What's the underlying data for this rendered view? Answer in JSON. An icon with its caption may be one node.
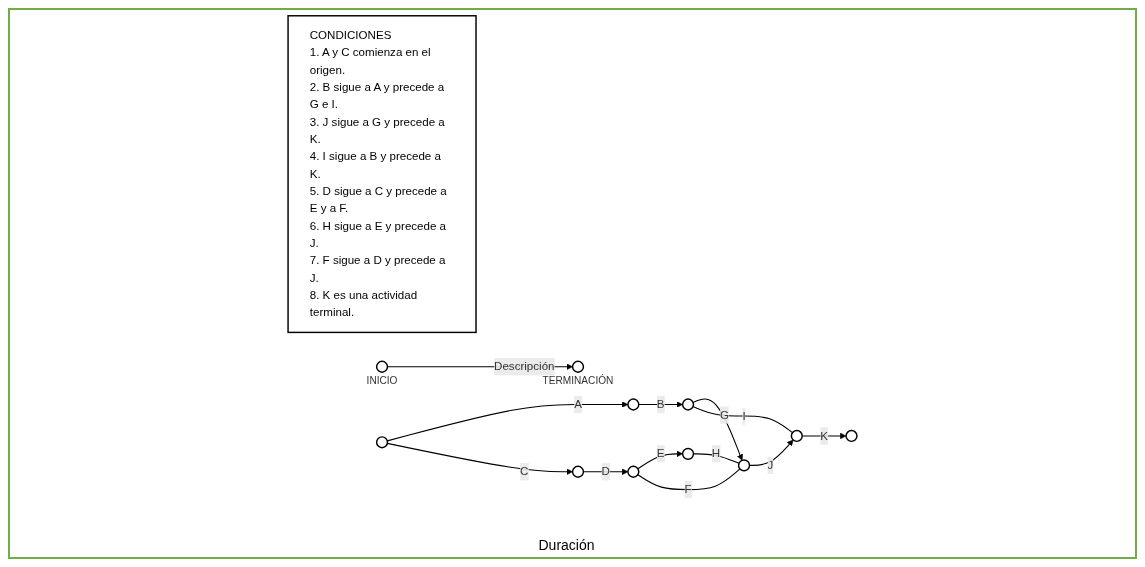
{
  "diagram": {
    "nodes": [
      {
        "text": [
          "CONDICIONES",
          "1. A y C comienza en el origen.",
          "2. B sigue a A y precede a G e I.",
          "3. J sigue a G y precede a K.",
          "4. I sigue a B y precede a K.",
          "5. D sigue a C y precede a E y a F.",
          "6. H sigue a E y precede a J.",
          "7. F sigue a D y precede a J.",
          "8. K es una actividad terminal."
        ]
      },
      {
        "text": [],
        "shape": "circle",
        "beside": [
          "INICIO"
        ]
      },
      {
        "text": [],
        "shape": "circle",
        "beside": [
          "TERMINACIÓN"
        ]
      },
      {
        "text": [],
        "shape": "circle"
      },
      {
        "text": [],
        "shape": "circle"
      },
      {
        "text": [],
        "shape": "circle"
      },
      {
        "text": [],
        "shape": "circle"
      },
      {
        "text": [],
        "shape": "circle"
      },
      {
        "text": [],
        "shape": "circle"
      },
      {
        "text": [],
        "shape": "circle"
      },
      {
        "text": [],
        "shape": "circle"
      },
      {
        "text": [],
        "shape": "circle"
      }
    ],
    "edges": [
      {
        "from": 1,
        "to": 2,
        "arrow": "to",
        "label": "Descripción"
      },
      {
        "from": 3,
        "to": 4,
        "arrow": "to",
        "label": "A"
      },
      {
        "from": 4,
        "to": 5,
        "arrow": "to",
        "label": "B"
      },
      {
        "from": 5,
        "to": 6,
        "arrow": "to",
        "label": "G"
      },
      {
        "from": 6,
        "to": 7,
        "arrow": "to",
        "label": "J"
      },
      {
        "from": 7,
        "to": 8,
        "arrow": "to",
        "label": "K"
      },
      {
        "from": 5,
        "to": 7,
        "arrow": "none",
        "label": "I"
      },
      {
        "from": 3,
        "to": 9,
        "arrow": "to",
        "label": "C"
      },
      {
        "from": 9,
        "to": 10,
        "arrow": "to",
        "label": "D"
      },
      {
        "from": 10,
        "to": 11,
        "arrow": "to",
        "label": "E"
      },
      {
        "from": 10,
        "to": 6,
        "arrow": "none",
        "label": "F"
      },
      {
        "from": 11,
        "to": 6,
        "arrow": "none",
        "label": "H"
      }
    ],
    "labels": [
      "Duración"
    ]
  }
}
